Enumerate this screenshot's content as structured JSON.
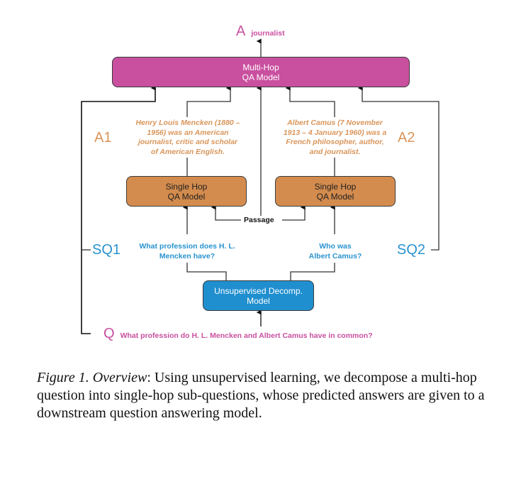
{
  "figure": {
    "output": {
      "letter": "A",
      "value": "journalist"
    },
    "multi_hop_model": {
      "label": "Multi-Hop\nQA Model",
      "color": "#c94f9f"
    },
    "answer1": {
      "letter": "A1",
      "text": "Henry Louis Mencken (1880 –\n1956) was an American\njournalist, critic and scholar\nof American English."
    },
    "answer2": {
      "letter": "A2",
      "text": "Albert Camus (7 November\n1913 – 4 January 1960) was a\nFrench philosopher, author,\nand journalist."
    },
    "single_hop_left": {
      "label": "Single Hop\nQA Model",
      "color": "#d48c4e"
    },
    "single_hop_right": {
      "label": "Single Hop\nQA Model",
      "color": "#d48c4e"
    },
    "passage_label": "Passage",
    "subquestion1": {
      "letter": "SQ1",
      "text": "What profession does H. L.\nMencken have?"
    },
    "subquestion2": {
      "letter": "SQ2",
      "text": "Who was\nAlbert Camus?"
    },
    "decomp_model": {
      "label": "Unsupervised Decomp.\nModel",
      "color": "#1f8fcf"
    },
    "question": {
      "letter": "Q",
      "text": "What profession do H. L. Mencken and Albert Camus have in common?"
    }
  },
  "caption": {
    "label": "Figure 1.",
    "title": "Overview",
    "text": ": Using unsupervised learning, we decompose a multi-hop question into single-hop sub-questions, whose predicted answers are given to a downstream question answering model."
  }
}
